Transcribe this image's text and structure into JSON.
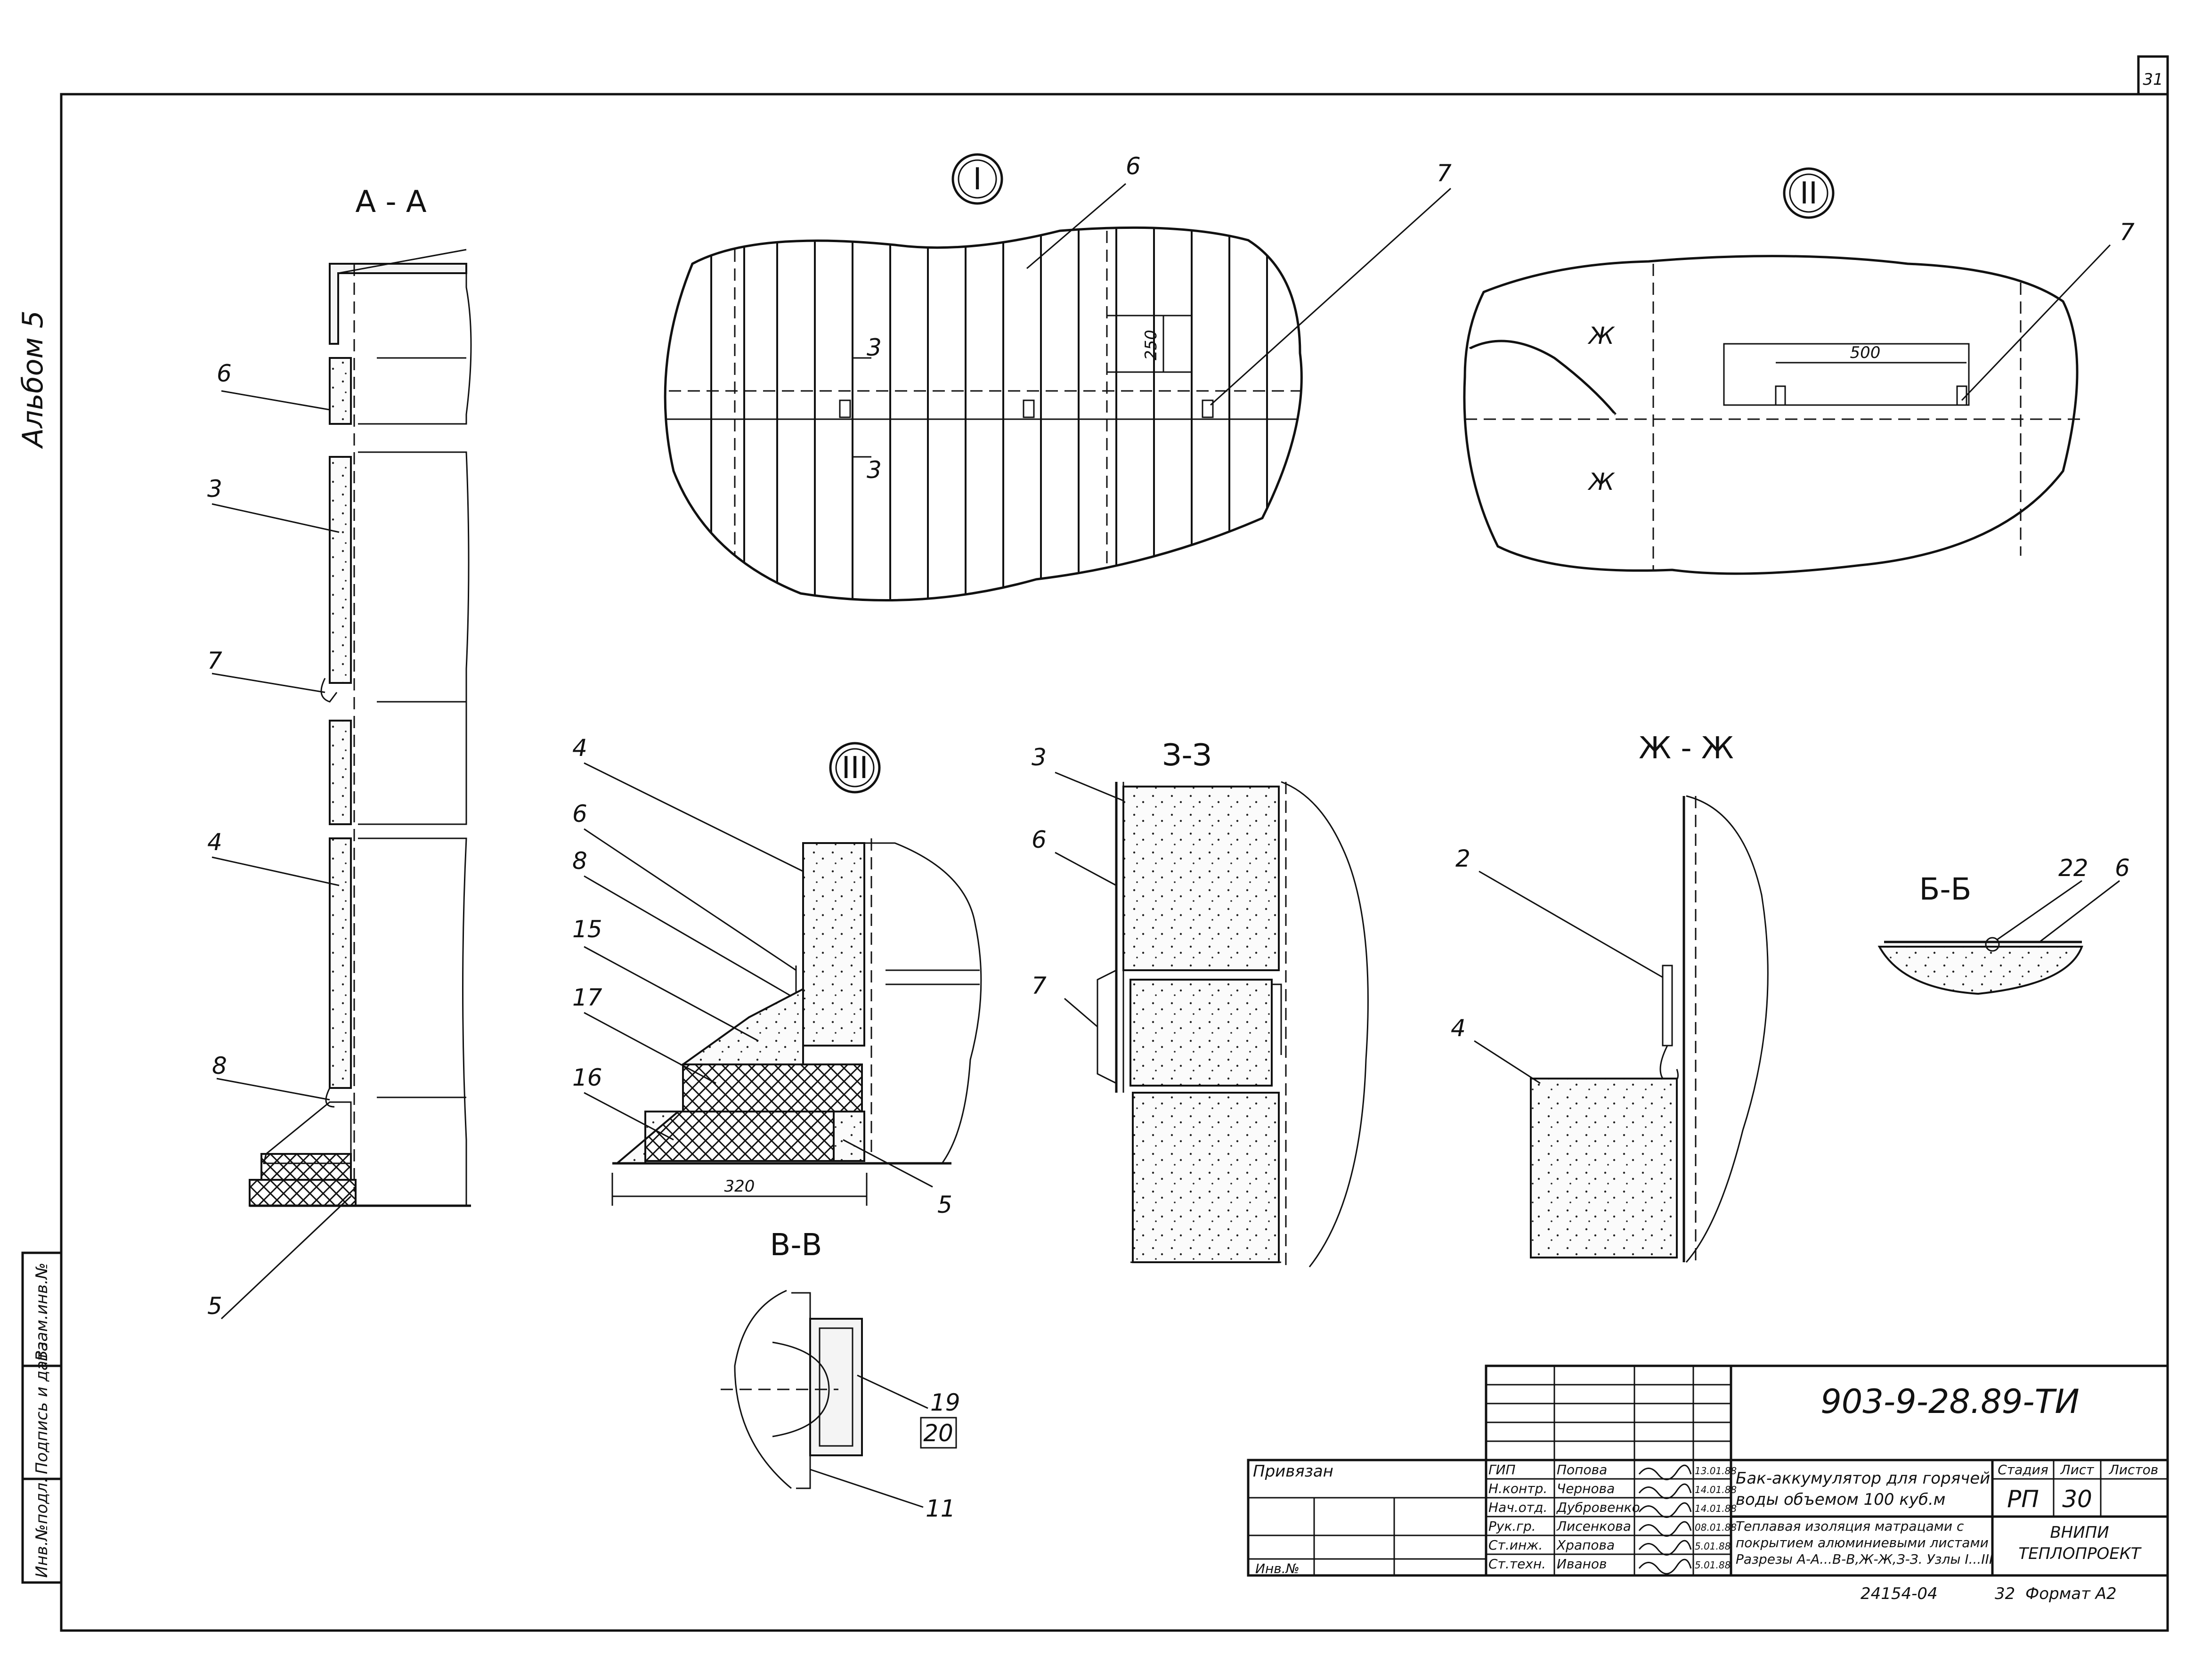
{
  "sheet": {
    "sheet_number": "31",
    "album_label": "Альбом 5",
    "stamp_columns": [
      "Инв.№подл.",
      "Подпись и дата",
      "Взам.инв.№"
    ]
  },
  "sections": {
    "aa": "А - А",
    "zz": "З-З",
    "zhzh": "Ж - Ж",
    "bb": "Б-Б",
    "vv": "В-В",
    "node1": "I",
    "node2": "II",
    "node3": "III"
  },
  "dimensions": {
    "d250": "250",
    "d500": "500",
    "d320": "320",
    "sec3": "3",
    "secZh": "Ж"
  },
  "callouts": {
    "aa": [
      "6",
      "3",
      "7",
      "4",
      "8",
      "5"
    ],
    "node1": [
      "6",
      "7"
    ],
    "node2": [
      "7"
    ],
    "node3": [
      "4",
      "6",
      "8",
      "15",
      "17",
      "16",
      "5"
    ],
    "zz": [
      "3",
      "6",
      "7"
    ],
    "zhzh": [
      "2",
      "4"
    ],
    "bb": [
      "22",
      "6"
    ],
    "vv": [
      "19",
      "20",
      "11"
    ]
  },
  "title_block": {
    "doc_code": "903-9-28.89-ТИ",
    "bound": "Привязан",
    "inv": "Инв.№",
    "roles": [
      "ГИП",
      "Н.контр.",
      "Нач.отд.",
      "Рук.гр.",
      "Ст.инж.",
      "Ст.техн."
    ],
    "names": [
      "Попова",
      "Чернова",
      "Дубровенко",
      "Лисенкова",
      "Храпова",
      "Иванов"
    ],
    "dates": [
      "13.01.88",
      "14.01.88",
      "14.01.88",
      "08.01.88",
      "5.01.88",
      "5.01.88"
    ],
    "title_line1": "Бак-аккумулятор для горячей",
    "title_line2": "воды объемом 100 куб.м",
    "subtitle_line1": "Теплавая изоляция матрацами с",
    "subtitle_line2": "покрытием алюминиевыми листами",
    "subtitle_line3": "Разрезы А-А...В-В,Ж-Ж,З-З. Узлы I...III",
    "stage_label": "Стадия",
    "sheet_label": "Лист",
    "sheets_label": "Листов",
    "stage": "РП",
    "sheet": "30",
    "org_line1": "ВНИПИ",
    "org_line2": "ТЕПЛОПРОЕКТ",
    "footer_code": "24154-04",
    "footer_num": "32",
    "format": "Формат А2"
  }
}
